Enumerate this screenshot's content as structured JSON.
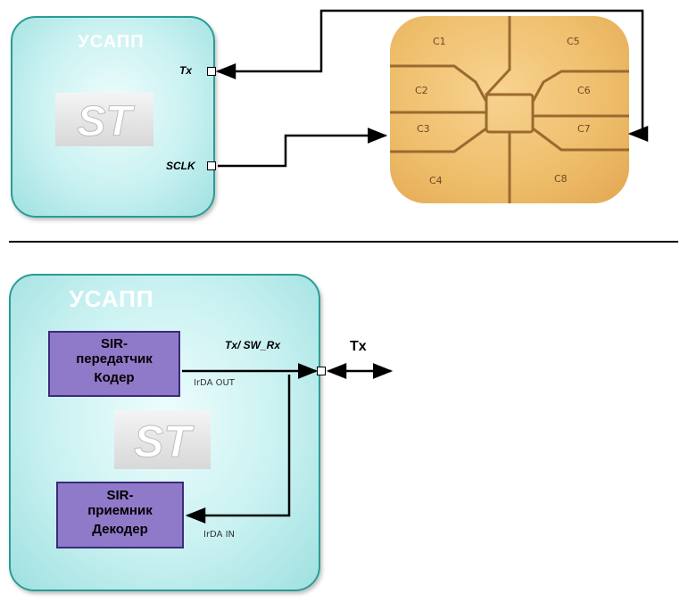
{
  "top": {
    "usart_title": "УСАПП",
    "pin_tx": "Tx",
    "pin_sclk": "SCLK",
    "contacts": {
      "c1": "C1",
      "c2": "C2",
      "c3": "C3",
      "c4": "C4",
      "c5": "C5",
      "c6": "C6",
      "c7": "C7",
      "c8": "C8"
    }
  },
  "bottom": {
    "usart_title": "УСАПП",
    "pin_label": "Tx/ SW_Rx",
    "tx_label": "Tx",
    "encoder": {
      "line1": "SIR-",
      "line2": "передатчик",
      "line3": "Кодер"
    },
    "decoder": {
      "line1": "SIR-",
      "line2": "приемник",
      "line3": "Декодер"
    },
    "irda_out": "IrDA OUT",
    "irda_in": "IrDA IN"
  },
  "colors": {
    "usart_border": "#2a9c95",
    "usart_fill": "#c9f1f1",
    "card_fill": "#eebd6a",
    "block_fill": "#8f79c9"
  },
  "icons": [
    "st-logo-icon",
    "smartcard-chip-icon"
  ]
}
